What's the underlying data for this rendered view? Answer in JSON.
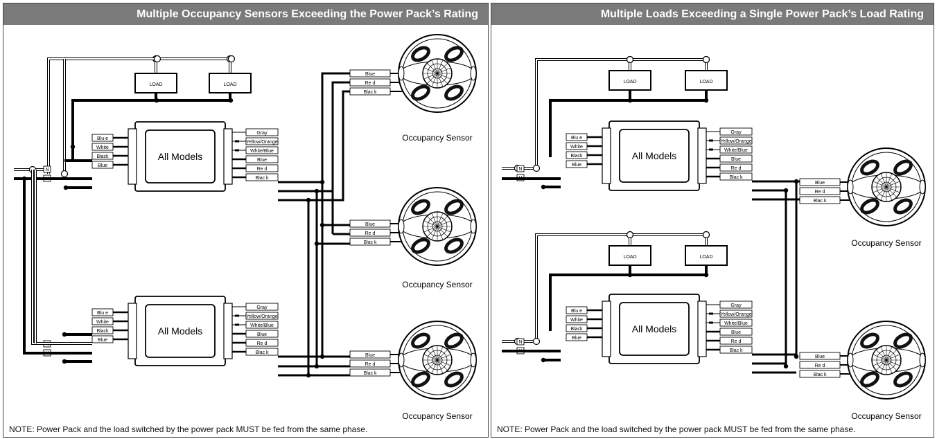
{
  "panels": [
    {
      "title": "Multiple Occupancy Sensors Exceeding the Power Pack’s Rating",
      "note": "NOTE: Power Pack and the load switched by the power pack MUST be fed from the same phase."
    },
    {
      "title": "Multiple Loads Exceeding a Single Power Pack’s Load Rating",
      "note": "NOTE: Power Pack and the load switched by the power pack MUST be fed from the same phase."
    }
  ],
  "labels": {
    "load": "LOAD",
    "pack": "All Models",
    "sensor": "Occupancy Sensor",
    "neutral": "N",
    "hot": "H",
    "left_wires": [
      "Blu e",
      "White",
      "Black",
      "Blue"
    ],
    "right_wires": [
      "Gray",
      "Yellow/Orange",
      "White/Blue",
      "Blue",
      "Re d",
      "Blac k"
    ],
    "sensor_wires": [
      "Blue",
      "Re d",
      "Blac k"
    ]
  },
  "colors": {
    "header": "#7a7a7a",
    "line": "#000000",
    "label_box_border": "#000000"
  }
}
